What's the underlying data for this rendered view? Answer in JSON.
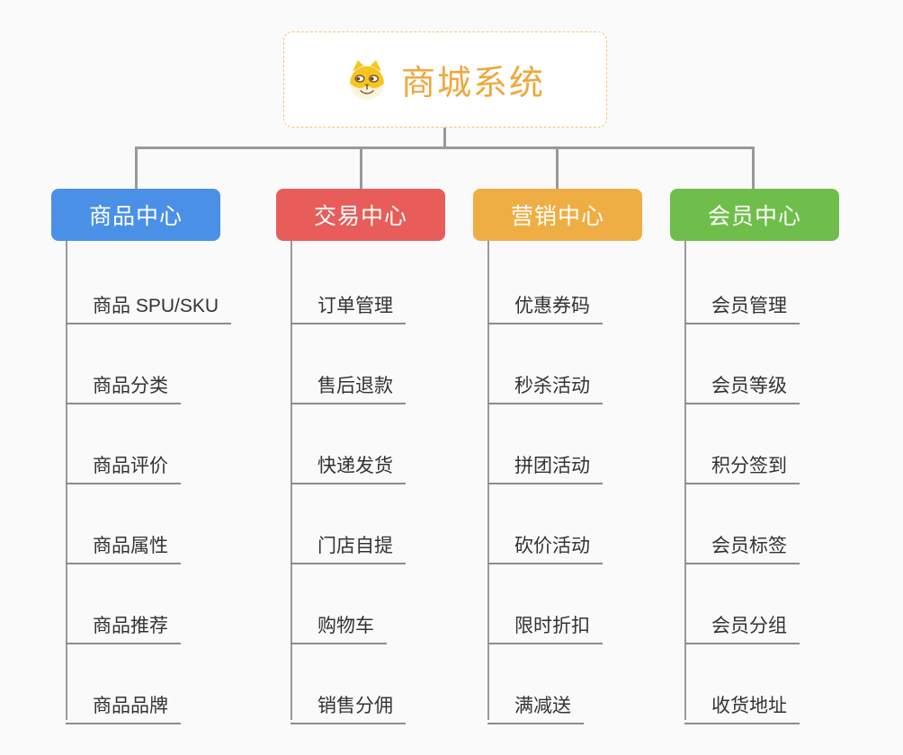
{
  "root": {
    "title": "商城系统",
    "icon": "shiba-dog-icon",
    "title_color": "#efa83d",
    "border_color": "#f5c678"
  },
  "connector_color": "#999999",
  "underline_color": "#8c8c8c",
  "branches": [
    {
      "label": "商品中心",
      "color": "#4a90e6",
      "items": [
        "商品 SPU/SKU",
        "商品分类",
        "商品评价",
        "商品属性",
        "商品推荐",
        "商品品牌"
      ]
    },
    {
      "label": "交易中心",
      "color": "#e85d59",
      "items": [
        "订单管理",
        "售后退款",
        "快递发货",
        "门店自提",
        "购物车",
        "销售分佣"
      ]
    },
    {
      "label": "营销中心",
      "color": "#efae44",
      "items": [
        "优惠券码",
        "秒杀活动",
        "拼团活动",
        "砍价活动",
        "限时折扣",
        "满减送"
      ]
    },
    {
      "label": "会员中心",
      "color": "#6fbe4b",
      "items": [
        "会员管理",
        "会员等级",
        "积分签到",
        "会员标签",
        "会员分组",
        "收货地址"
      ]
    }
  ]
}
